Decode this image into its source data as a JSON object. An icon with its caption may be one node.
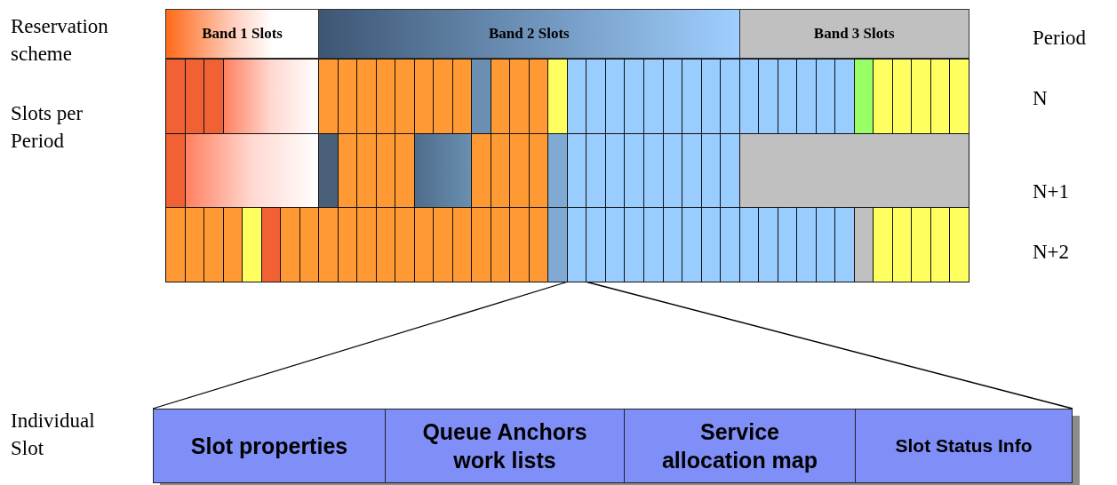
{
  "diagram": {
    "nodes": [
      {
        "text": [
          "Band 1 Slots"
        ]
      },
      {
        "text": [
          "Band 2 Slots"
        ]
      },
      {
        "text": [
          "Band 3 Slots"
        ]
      },
      {
        "text": [],
        "shape": "box"
      },
      {
        "text": [],
        "shape": "bar"
      },
      {
        "text": [
          "Slot properties"
        ],
        "in": 4
      },
      {
        "text": [
          "Queue Anchors work lists"
        ],
        "in": 4
      },
      {
        "text": [
          "Service allocation map"
        ],
        "in": 4
      },
      {
        "text": [
          "Slot Status Info"
        ],
        "in": 4
      }
    ],
    "edges": [
      {
        "from": 3,
        "to": 4,
        "arrow": "none"
      },
      {
        "from": 3,
        "to": 4,
        "arrow": "none"
      }
    ],
    "labels": [
      "Reservation scheme",
      "Period",
      "Slots per Period",
      "N",
      "N+1",
      "N+2",
      "Individual Slot"
    ]
  }
}
